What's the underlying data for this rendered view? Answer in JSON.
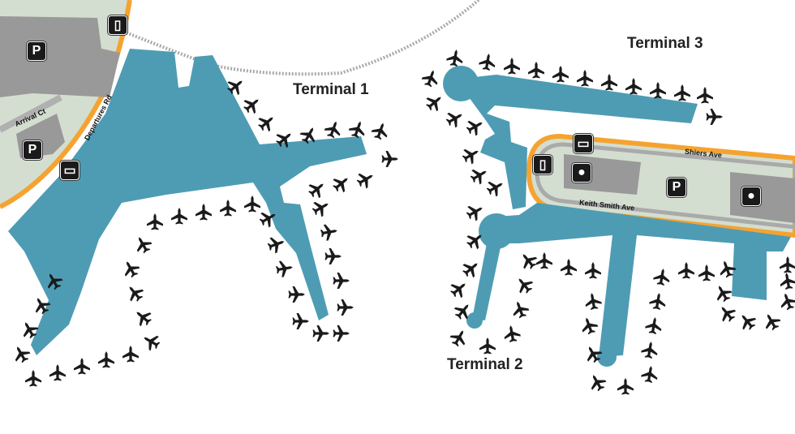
{
  "map": {
    "terminals": [
      {
        "name": "Terminal 1"
      },
      {
        "name": "Terminal 2"
      },
      {
        "name": "Terminal 3"
      }
    ],
    "roads": {
      "departures": "Departures Rd",
      "arrival": "Arrival Ct",
      "shiers": "Shiers Ave",
      "keith_smith": "Keith Smith Ave"
    },
    "icons": {
      "parking": "P",
      "train": "train-icon",
      "bus": "bus-icon",
      "taxi": "taxi-icon",
      "plane": "plane-icon"
    },
    "colors": {
      "terminal": "#4e9cb4",
      "land": "#d3ded0",
      "road": "#f5a330",
      "building": "#999999"
    }
  }
}
